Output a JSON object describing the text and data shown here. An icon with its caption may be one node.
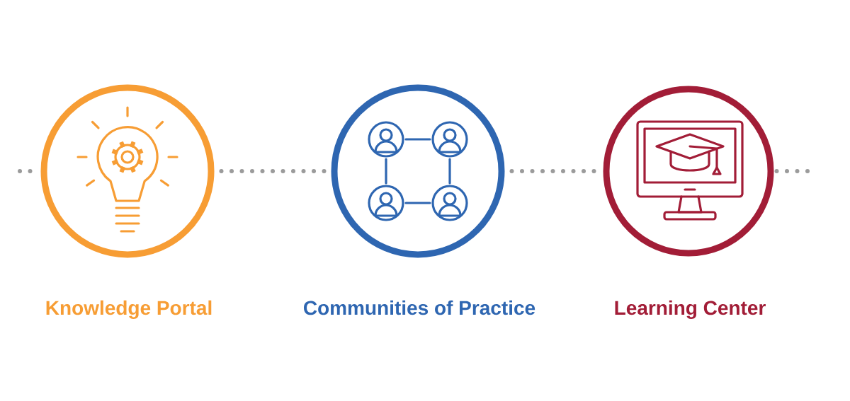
{
  "diagram": {
    "nodes": [
      {
        "text": [
          "Knowledge Portal"
        ]
      },
      {
        "text": [
          "Communities of Practice"
        ]
      },
      {
        "text": [
          "Learning Center"
        ]
      }
    ],
    "edges": [
      {
        "from": null,
        "to": 0,
        "arrow": "none"
      },
      {
        "from": 0,
        "to": 1,
        "arrow": "none"
      },
      {
        "from": 1,
        "to": 2,
        "arrow": "none"
      },
      {
        "from": 2,
        "to": null,
        "arrow": "none"
      }
    ]
  }
}
